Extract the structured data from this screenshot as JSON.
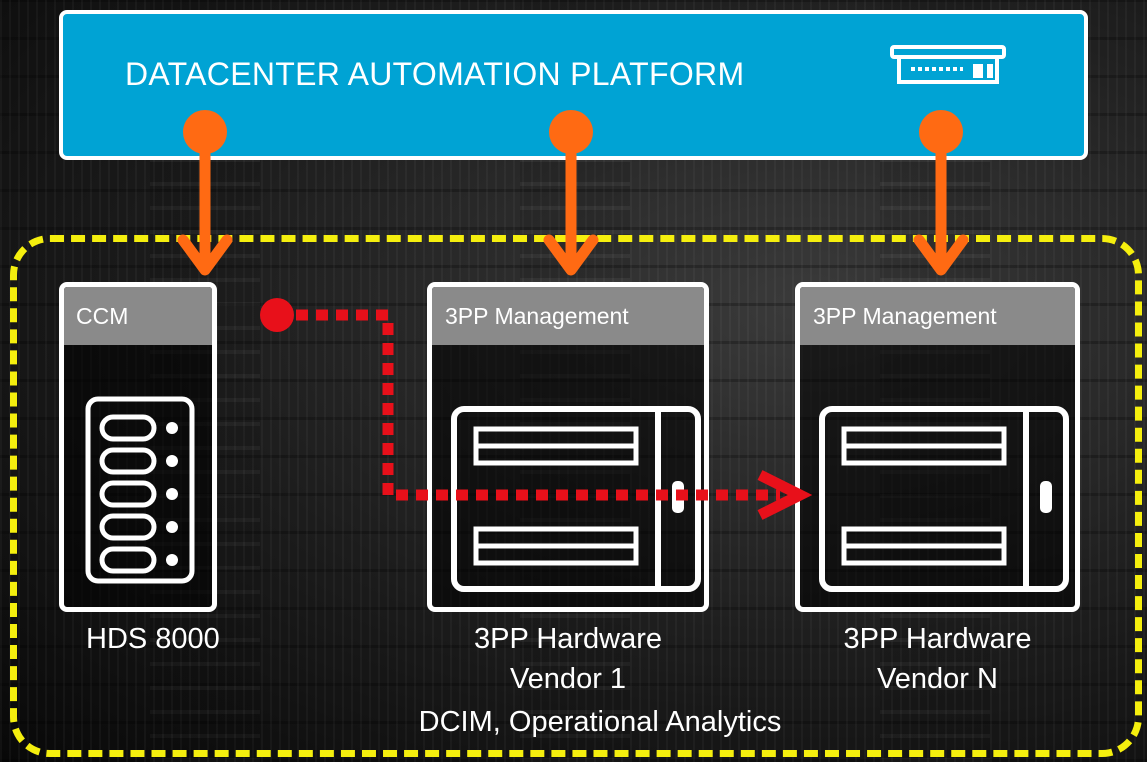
{
  "platform": {
    "title": "DATACENTER AUTOMATION PLATFORM",
    "icon": "network-switch-icon",
    "color": "#00a3d4"
  },
  "region": {
    "label": "DCIM, Operational Analytics",
    "border_color": "#f5ef0e"
  },
  "nodes": [
    {
      "header": "CCM",
      "caption": "HDS 8000",
      "icon": "server-rack-icon"
    },
    {
      "header": "3PP Management",
      "caption_line1": "3PP Hardware",
      "caption_line2": "Vendor 1",
      "icon": "server-chassis-icon"
    },
    {
      "header": "3PP Management",
      "caption_line1": "3PP Hardware",
      "caption_line2": "Vendor N",
      "icon": "server-chassis-icon"
    }
  ],
  "colors": {
    "connector": "#ff6a13",
    "migration": "#e8101a",
    "box_header": "#8a8a8a"
  }
}
